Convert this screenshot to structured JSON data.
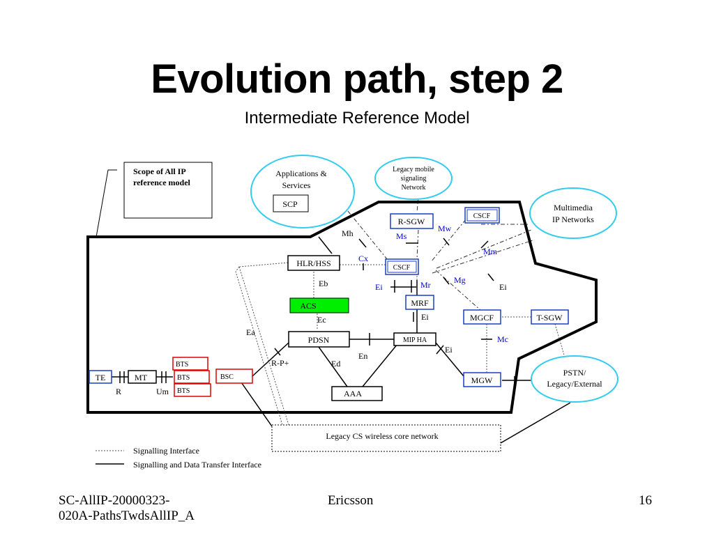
{
  "slide": {
    "title": "Evolution path, step 2",
    "subtitle": "Intermediate Reference Model"
  },
  "scope_note": {
    "line1": "Scope of All IP",
    "line2": "reference model"
  },
  "clouds": {
    "applications": {
      "line1": "Applications &",
      "line2": "Services"
    },
    "legacy_mobile": {
      "line1": "Legacy mobile",
      "line2": "signaling",
      "line3": "Network"
    },
    "multimedia": {
      "line1": "Multimedia",
      "line2": "IP Networks"
    },
    "pstn": {
      "line1": "PSTN/",
      "line2": "Legacy/External"
    }
  },
  "nodes": {
    "scp": "SCP",
    "r_sgw": "R-SGW",
    "cscf_top": "CSCF",
    "cscf_mid": "CSCF",
    "hlr_hss": "HLR/HSS",
    "acs": "ACS",
    "mrf": "MRF",
    "mgcf": "MGCF",
    "t_sgw": "T-SGW",
    "pdsn": "PDSN",
    "mip_ha": "MIP HA",
    "mgw": "MGW",
    "aaa": "AAA",
    "te": "TE",
    "mt": "MT",
    "bsc": "BSC",
    "bts1": "BTS",
    "bts2": "BTS",
    "bts3": "BTS",
    "legacy_cs": "Legacy CS wireless core network"
  },
  "interfaces": {
    "mh": "Mh",
    "cx": "Cx",
    "ms": "Ms",
    "mw": "Mw",
    "mm": "Mm",
    "mg": "Mg",
    "mr": "Mr",
    "ei_left": "Ei",
    "ei_right": "Ei",
    "ei_mrf": "Ei",
    "ei_mip": "Ei",
    "eb": "Eb",
    "ec": "Ec",
    "ea": "Ea",
    "rp": "R-P+",
    "ed": "Ed",
    "en": "En",
    "mc": "Mc",
    "r": "R",
    "um": "Um"
  },
  "legend": {
    "dotted": "Signalling Interface",
    "solid": "Signalling and Data Transfer Interface"
  },
  "footer": {
    "doc_id": "SC-AllIP-20000323-020A-PathsTwdsAllIP_A",
    "company": "Ericsson",
    "page": "16"
  },
  "colors": {
    "cloud_border": "#33ccee",
    "ims_blue": "#1a3fc4",
    "acs_green": "#00ee00",
    "bts_red": "#dd0000",
    "text_blue": "#0000cc"
  }
}
